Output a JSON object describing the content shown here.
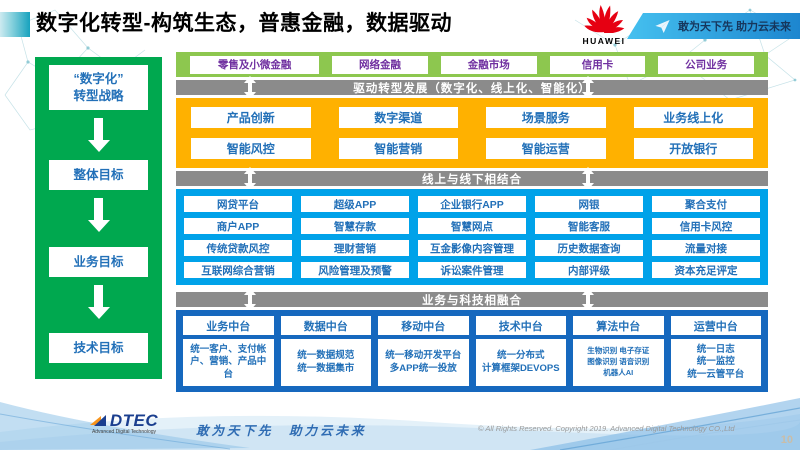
{
  "header": {
    "title": "数字化转型-构筑生态，普惠金融，数据驱动",
    "brand": "HUAWEI",
    "ribbon_slogan": "敢为天下先 助力云未来"
  },
  "sidebar": {
    "strategy": "“数字化”\n转型战略",
    "goal_overall": "整体目标",
    "goal_business": "业务目标",
    "goal_tech": "技术目标"
  },
  "business_lines": [
    "零售及小微金融",
    "网络金融",
    "金融市场",
    "信用卡",
    "公司业务"
  ],
  "banners": {
    "drive": "驱动转型发展（数字化、线上化、智能化）",
    "online_offline": "线上与线下相结合",
    "biz_tech": "业务与科技相融合"
  },
  "capabilities": {
    "row1": [
      "产品创新",
      "数字渠道",
      "场景服务",
      "业务线上化"
    ],
    "row2": [
      "智能风控",
      "智能营销",
      "智能运营",
      "开放银行"
    ]
  },
  "channels": {
    "row1": [
      "网贷平台",
      "超级APP",
      "企业银行APP",
      "网银",
      "聚合支付"
    ],
    "row2": [
      "商户APP",
      "智慧存款",
      "智慧网点",
      "智能客服",
      "信用卡风控"
    ],
    "row3": [
      "传统贷款风控",
      "理财营销",
      "互金影像内容管理",
      "历史数据查询",
      "流量对接"
    ],
    "row4": [
      "互联网综合营销",
      "风险管理及预警",
      "诉讼案件管理",
      "内部评级",
      "资本充足评定"
    ]
  },
  "platforms": [
    {
      "title": "业务中台",
      "detail": "统一客户、支付帐户、营销、产品中台"
    },
    {
      "title": "数据中台",
      "detail": "统一数据规范\n统一数据集市"
    },
    {
      "title": "移动中台",
      "detail": "统一移动开发平台\n多APP统一投放"
    },
    {
      "title": "技术中台",
      "detail": "统一分布式\n计算框架DEVOPS"
    },
    {
      "title": "算法中台",
      "detail": "生物识别 电子存证\n图像识别 语音识别\n机器人AI"
    },
    {
      "title": "运营中台",
      "detail": "统一日志\n统一监控\n统一云管平台"
    }
  ],
  "footer": {
    "logo": "DTEC",
    "logo_sub": "Advanced Digital Technology",
    "slogan": "敢为天下先　助力云未来",
    "copyright": "© All Rights Reserved. Copyright 2019. Advanced Digital Technology CO.,Ltd",
    "page_number": "10"
  },
  "colors": {
    "sidebar_green": "#00A84F",
    "band_green": "#8DC74F",
    "banner_gray": "#8B8B8B",
    "block_yellow": "#FFB100",
    "block_blue": "#00A2E9",
    "block_dark_blue": "#1668BE",
    "box_text_blue": "#2270B8",
    "line_text_purple": "#7030A0",
    "huawei_red": "#E60012"
  }
}
